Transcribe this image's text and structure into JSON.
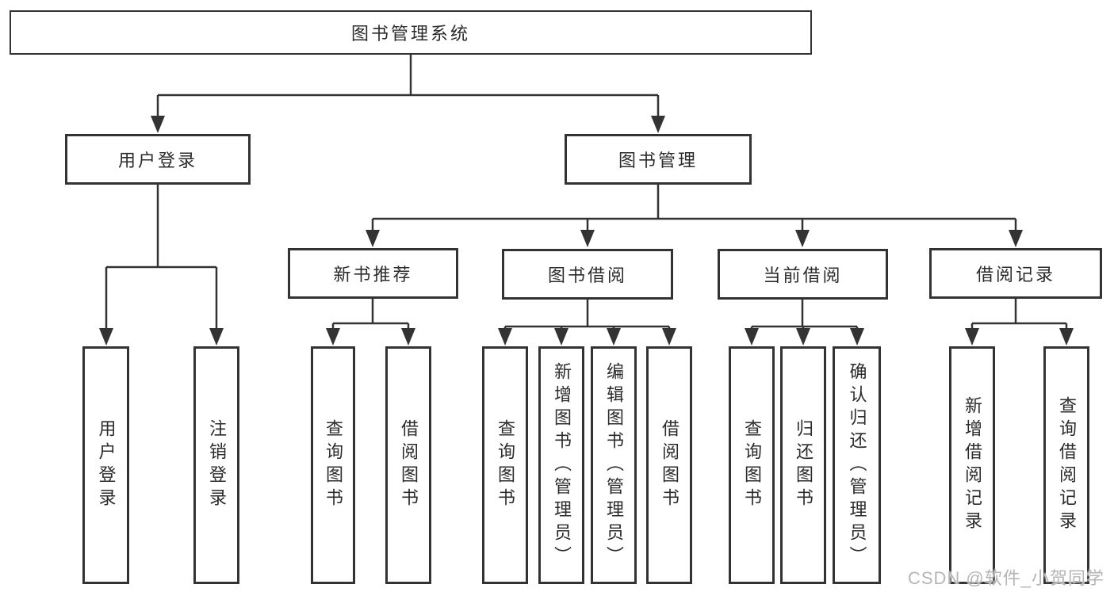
{
  "diagram": {
    "root": "图书管理系统",
    "branches": [
      {
        "label": "用户登录",
        "children": [
          "用户登录",
          "注销登录"
        ]
      },
      {
        "label": "图书管理",
        "sections": [
          {
            "label": "新书推荐",
            "children": [
              "查询图书",
              "借阅图书"
            ]
          },
          {
            "label": "图书借阅",
            "children": [
              "查询图书",
              "新增图书（管理员）",
              "编辑图书（管理员）",
              "借阅图书"
            ]
          },
          {
            "label": "当前借阅",
            "children": [
              "查询图书",
              "归还图书",
              "确认归还（管理员）"
            ]
          },
          {
            "label": "借阅记录",
            "children": [
              "新增借阅记录",
              "查询借阅记录"
            ]
          }
        ]
      }
    ]
  },
  "watermark": "CSDN @软件_小贺同学",
  "colors": {
    "line": "#333333",
    "text": "#2b2b2b",
    "background": "#ffffff",
    "watermark": "#b5b5b5"
  }
}
